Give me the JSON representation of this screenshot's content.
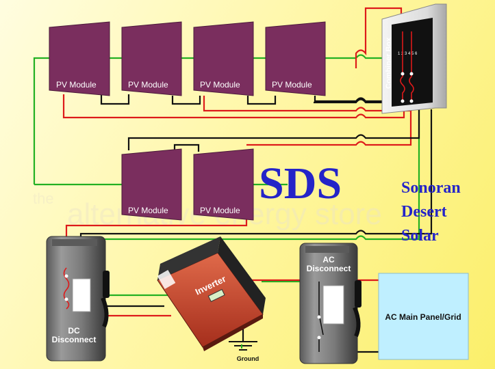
{
  "pv_module_label": "PV Module",
  "combiner_box_label": "Combiner Box",
  "combiner_terminals": "1 2 3 4 5 6",
  "logo": {
    "letters": "SDS",
    "name_line1": "Sonoran",
    "name_line2": "Desert",
    "name_line3": "Solar"
  },
  "watermark": {
    "line1": "the",
    "line2": "alternative energy store"
  },
  "dc_disconnect": {
    "line1": "DC",
    "line2": "Disconnect"
  },
  "inverter_label": "Inverter",
  "ac_disconnect": {
    "line1": "AC",
    "line2": "Disconnect"
  },
  "ac_panel_label": "AC Main Panel/Grid",
  "ground_label": "Ground",
  "colors": {
    "module": "#7a2e5e",
    "red_wire": "#dd1a1a",
    "green_wire": "#22b022",
    "black_wire": "#111111",
    "logo_blue": "#2424c8",
    "inverter": "#c2402a",
    "panel": "#bfefff"
  }
}
